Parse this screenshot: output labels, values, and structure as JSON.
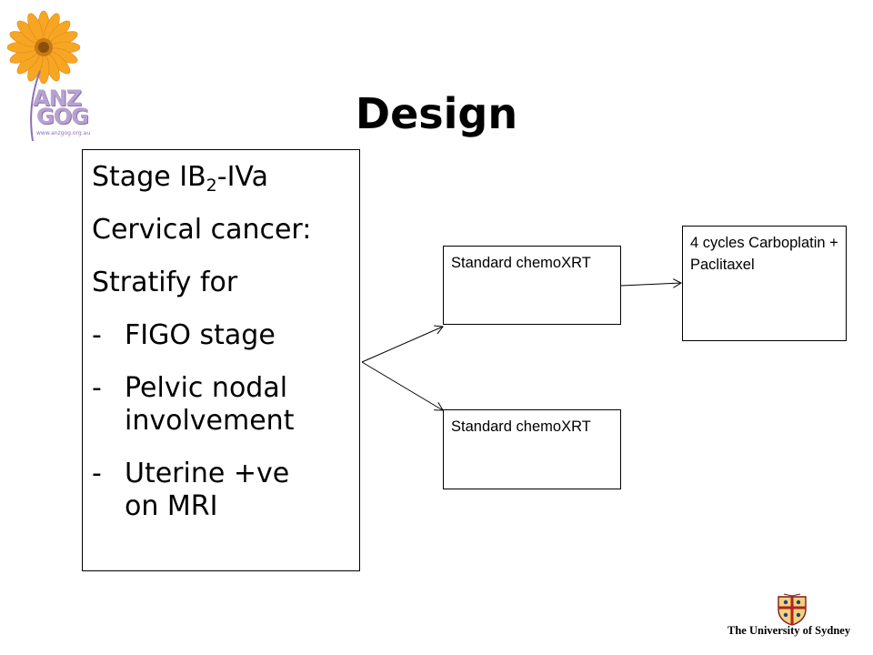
{
  "slide": {
    "title": "Design",
    "stratification": {
      "line1_main": "Stage IB",
      "line1_sub": "2",
      "line1_tail": "-IVa",
      "line2": "Cervical cancer:",
      "line3": "Stratify for",
      "items": [
        {
          "dash": "-",
          "text": "FIGO stage"
        },
        {
          "dash": "-",
          "text": "Pelvic nodal involvement"
        },
        {
          "dash": "-",
          "text": "Uterine +ve on MRI"
        }
      ]
    },
    "arms": {
      "top": "Standard chemoXRT",
      "bottom": "Standard chemoXRT",
      "extra": "4 cycles Carboplatin + Paclitaxel"
    }
  },
  "branding": {
    "logo": {
      "name": "ANZGOG",
      "line1": "ANZ",
      "line2": "GOG",
      "url": "www.anzgog.org.au",
      "petal_color": "#f39a1f",
      "center_color": "#c97a12",
      "text_color": "#b7a1cf"
    },
    "institution": "The University of Sydney"
  }
}
